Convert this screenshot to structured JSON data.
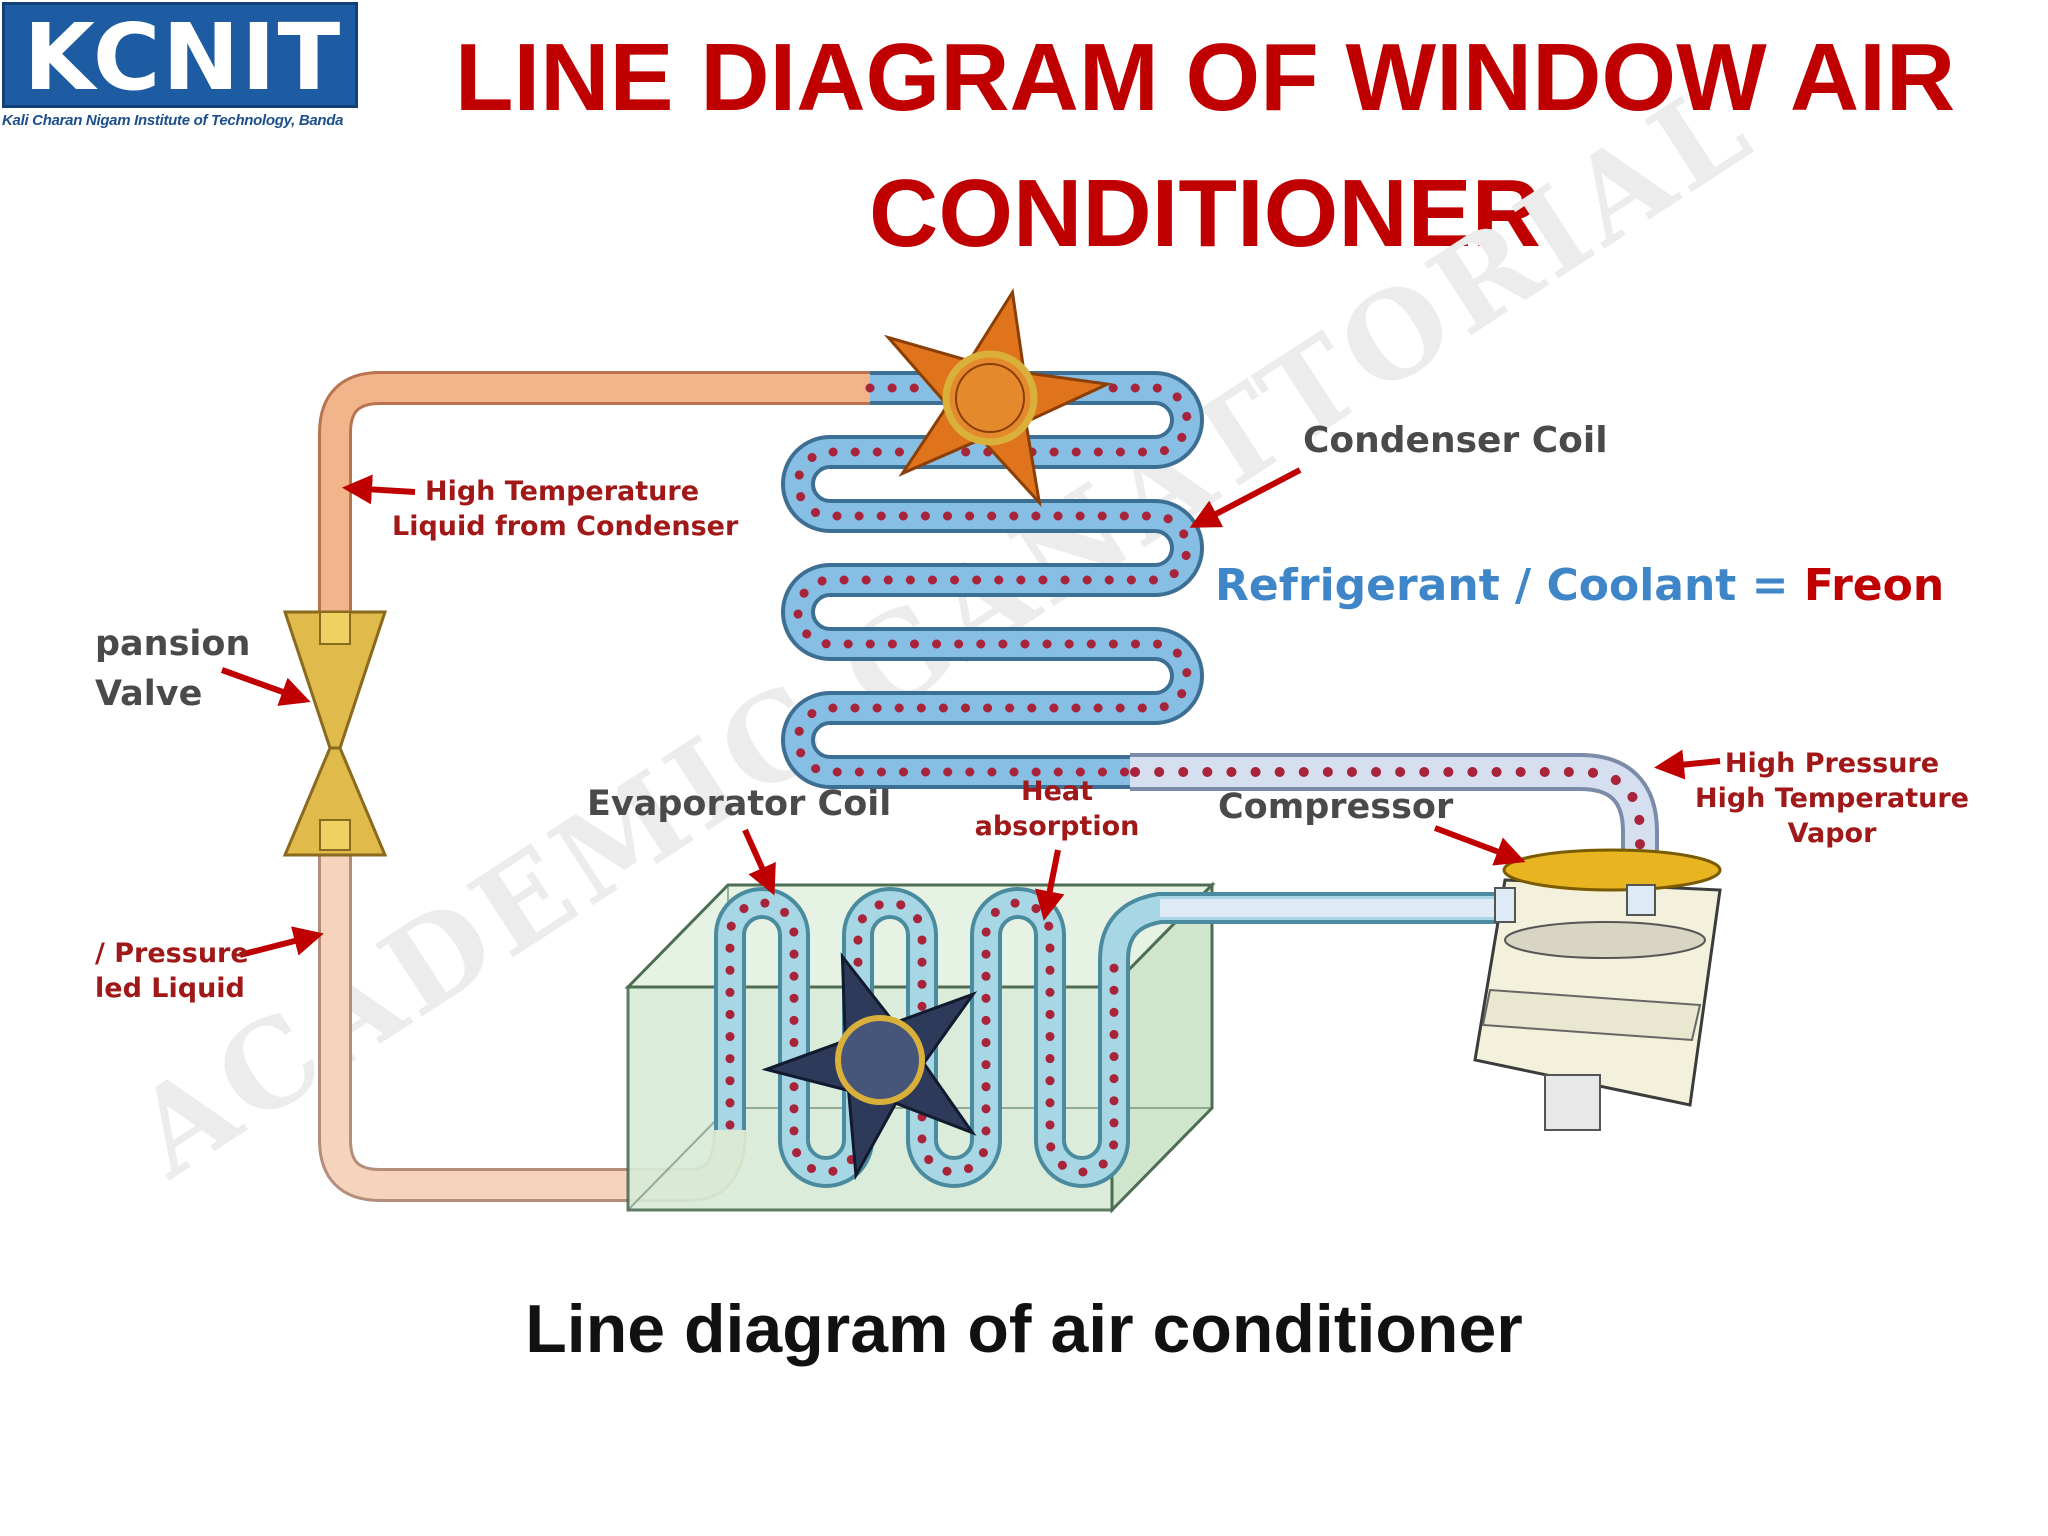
{
  "logo": {
    "text": "KCNIT",
    "subtitle": "Kali Charan Nigam Institute of Technology, Banda"
  },
  "title_line1": "LINE DIAGRAM OF WINDOW AIR",
  "title_line2": "CONDITIONER",
  "diagram": {
    "watermark": "ACADEMIC GANATTORIAL",
    "labels": {
      "condenser_coil": "Condenser Coil",
      "refrigerant_part1": "Refrigerant / Coolant = ",
      "refrigerant_part2": "Freon",
      "high_temp_line1": "High Temperature",
      "high_temp_line2": "Liquid from Condenser",
      "expansion_line1": "pansion",
      "expansion_line2": "Valve",
      "evaporator_coil": "Evaporator Coil",
      "heat_line1": "Heat",
      "heat_line2": "absorption",
      "compressor": "Compressor",
      "hp_line1": "High Pressure",
      "hp_line2": "High Temperature",
      "hp_line3": "Vapor",
      "lp_line1": "/ Pressure",
      "lp_line2": "led Liquid"
    },
    "colors": {
      "title_red": "#c00000",
      "coil_blue": "#7fb6dc",
      "dot_red": "#a8243a",
      "freon_red": "#c00000",
      "refrigerant_blue": "#3f86c8",
      "pipe_orange": "#f2b48a",
      "pipe_peach": "#f5cdb2",
      "valve_gold": "#e0bb4b",
      "fan_orange": "#e0741c",
      "fan_navy": "#2d3a5a",
      "evaporator_box": "#d8ecd6"
    }
  },
  "caption": "Line diagram of air conditioner"
}
